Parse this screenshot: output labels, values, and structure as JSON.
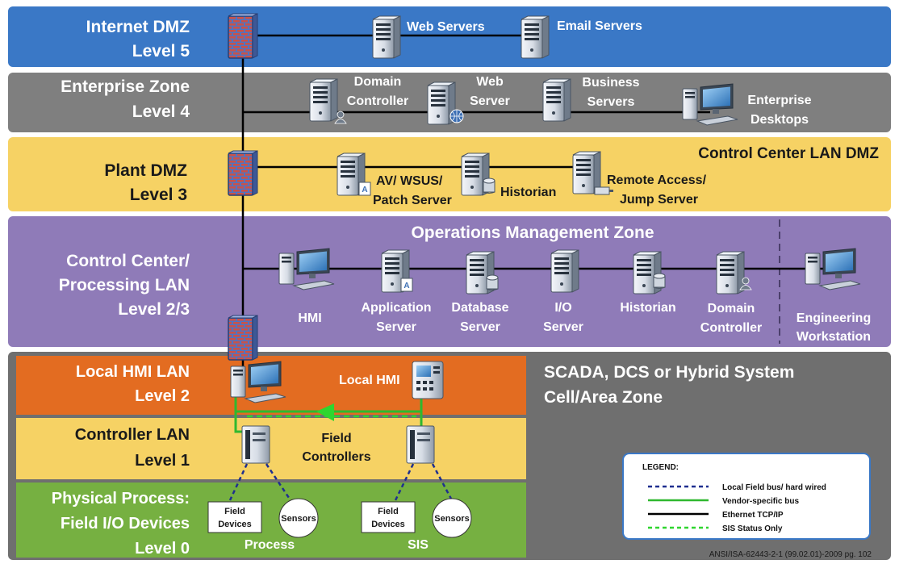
{
  "zones": {
    "internet_dmz": {
      "line1": "Internet DMZ",
      "line2": "Level 5",
      "color": "#3a78c6"
    },
    "enterprise": {
      "line1": "Enterprise Zone",
      "line2": "Level 4",
      "color": "#7f7f7f"
    },
    "plant_dmz": {
      "line1": "Plant DMZ",
      "line2": "Level 3",
      "color": "#f6d264",
      "title": "Control Center LAN DMZ"
    },
    "control_center": {
      "line1": "Control Center/",
      "line2": "Processing LAN",
      "line3": "Level 2/3",
      "color": "#8f7bb8",
      "title": "Operations Management Zone"
    },
    "scada": {
      "title_line1": "SCADA, DCS or Hybrid System",
      "title_line2": "Cell/Area Zone",
      "color": "#6f6f6f"
    },
    "local_hmi": {
      "line1": "Local HMI LAN",
      "line2": "Level 2",
      "color": "#e36c21"
    },
    "controller_lan": {
      "line1": "Controller LAN",
      "line2": "Level 1",
      "color": "#f6d264"
    },
    "physical": {
      "line1": "Physical Process:",
      "line2": "Field I/O Devices",
      "line3": "Level 0",
      "color": "#76b041"
    }
  },
  "nodes": {
    "web_servers": "Web Servers",
    "email_servers": "Email Servers",
    "domain_controller_l4": [
      "Domain",
      "Controller"
    ],
    "web_server_l4": [
      "Web",
      "Server"
    ],
    "business_servers": [
      "Business",
      "Servers"
    ],
    "enterprise_desktops": [
      "Enterprise",
      "Desktops"
    ],
    "av_wsus": [
      "AV/ WSUS/",
      "Patch Server"
    ],
    "historian_l3": "Historian",
    "remote_access": [
      "Remote Access/",
      "Jump Server"
    ],
    "hmi": "HMI",
    "application_server": [
      "Application",
      "Server"
    ],
    "database_server": [
      "Database",
      "Server"
    ],
    "io_server": [
      "I/O",
      "Server"
    ],
    "historian_l2": "Historian",
    "domain_controller_l2": [
      "Domain",
      "Controller"
    ],
    "engineering_workstation": [
      "Engineering",
      "Workstation"
    ],
    "local_hmi": "Local HMI",
    "field_controllers": [
      "Field",
      "Controllers"
    ],
    "field_devices": [
      "Field",
      "Devices"
    ],
    "sensors": "Sensors",
    "process": "Process",
    "sis": "SIS"
  },
  "legend": {
    "title": "LEGEND:",
    "items": [
      {
        "label": "Local Field bus/ hard wired",
        "color": "#1f2f8f",
        "style": "dashed"
      },
      {
        "label": "Vendor-specific bus",
        "color": "#2fb82f",
        "style": "solid"
      },
      {
        "label": "Ethernet TCP/IP",
        "color": "#000000",
        "style": "solid"
      },
      {
        "label": "SIS Status Only",
        "color": "#2fd62f",
        "style": "dashed"
      }
    ]
  },
  "citation": "ANSI/ISA-62443-2-1 (99.02.01)-2009  pg. 102",
  "colors": {
    "ethernet": "#000000",
    "vendor_bus": "#2fb82f",
    "sis_status": "#2fd62f",
    "field_bus": "#1f2f8f",
    "firewall_brick": "#c0504d",
    "firewall_face": "#5b7fc7"
  }
}
